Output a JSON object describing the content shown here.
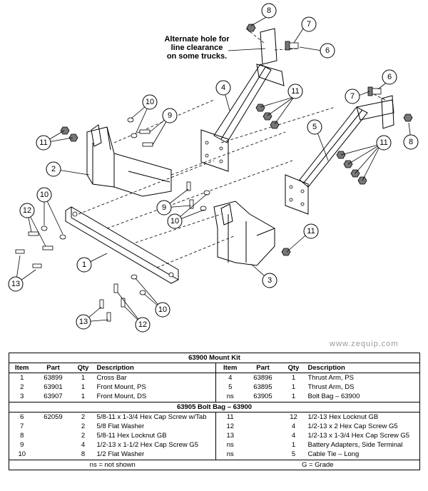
{
  "diagram": {
    "note": [
      "Alternate hole for",
      "line clearance",
      "on some trucks."
    ],
    "watermark": "www.zequip.com",
    "callouts": [
      "8",
      "7",
      "6",
      "4",
      "11",
      "6",
      "7",
      "10",
      "9",
      "8",
      "11",
      "5",
      "11",
      "2",
      "10",
      "12",
      "9",
      "10",
      "11",
      "1",
      "13",
      "3",
      "10",
      "12",
      "13"
    ]
  },
  "table": {
    "kit_title": "63900  Mount Kit",
    "bag_title": "63905  Bolt Bag – 63900",
    "headers": [
      "Item",
      "Part",
      "Qty",
      "Description"
    ],
    "kit_rows": [
      {
        "left": {
          "item": "1",
          "part": "63899",
          "qty": "1",
          "desc": "Cross Bar"
        },
        "right": {
          "item": "4",
          "part": "63896",
          "qty": "1",
          "desc": "Thrust Arm, PS"
        }
      },
      {
        "left": {
          "item": "2",
          "part": "63901",
          "qty": "1",
          "desc": "Front Mount, PS"
        },
        "right": {
          "item": "5",
          "part": "63895",
          "qty": "1",
          "desc": "Thrust Arm, DS"
        }
      },
      {
        "left": {
          "item": "3",
          "part": "63907",
          "qty": "1",
          "desc": "Front Mount, DS"
        },
        "right": {
          "item": "ns",
          "part": "63905",
          "qty": "1",
          "desc": "Bolt Bag – 63900"
        }
      }
    ],
    "bag_rows": [
      {
        "left": {
          "item": "6",
          "part": "62059",
          "qty": "2",
          "desc": "5/8-11 x 1-3/4 Hex Cap Screw w/Tab"
        },
        "right": {
          "item": "11",
          "part": "",
          "qty": "12",
          "desc": "1/2-13 Hex Locknut GB"
        }
      },
      {
        "left": {
          "item": "7",
          "part": "",
          "qty": "2",
          "desc": "5/8 Flat Washer"
        },
        "right": {
          "item": "12",
          "part": "",
          "qty": "4",
          "desc": "1/2-13 x 2 Hex Cap Screw G5"
        }
      },
      {
        "left": {
          "item": "8",
          "part": "",
          "qty": "2",
          "desc": "5/8-11 Hex Locknut GB"
        },
        "right": {
          "item": "13",
          "part": "",
          "qty": "4",
          "desc": "1/2-13 x 1-3/4 Hex Cap Screw G5"
        }
      },
      {
        "left": {
          "item": "9",
          "part": "",
          "qty": "4",
          "desc": "1/2-13 x 1-1/2 Hex Cap Screw G5"
        },
        "right": {
          "item": "ns",
          "part": "",
          "qty": "1",
          "desc": "Battery Adapters, Side Terminal"
        }
      },
      {
        "left": {
          "item": "10",
          "part": "",
          "qty": "8",
          "desc": "1/2 Flat Washer"
        },
        "right": {
          "item": "ns",
          "part": "",
          "qty": "5",
          "desc": "Cable Tie – Long"
        }
      }
    ],
    "footer": {
      "left": "ns = not shown",
      "right": "G = Grade"
    }
  }
}
